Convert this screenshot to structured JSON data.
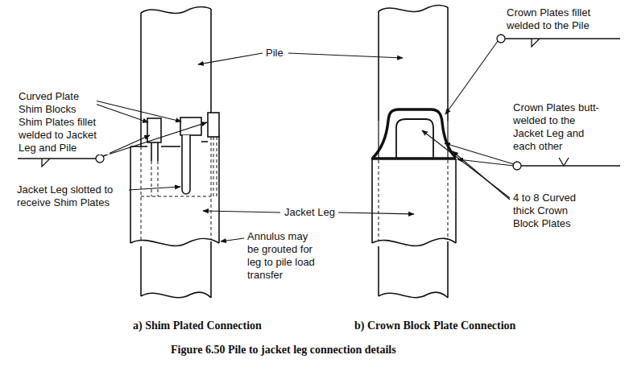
{
  "diagram": {
    "caption": "Figure 6.50 Pile to jacket leg connection details",
    "labels": [
      "Curved Plate Shim Blocks",
      "Pile",
      "Shim Plates fillet welded to Jacket Leg and Pile",
      "Jacket Leg slotted to receive Shim Plates",
      "Jacket Leg",
      "Annulus may be grouted for leg to pile load transfer",
      "Crown Plates fillet welded to the Pile",
      "Crown Plates butt-welded to the Jacket Leg and each other",
      "4 to 8 Curved thick Crown Block Plates",
      "a) Shim Plated Connection",
      "b) Crown Block Plate Connection"
    ]
  }
}
